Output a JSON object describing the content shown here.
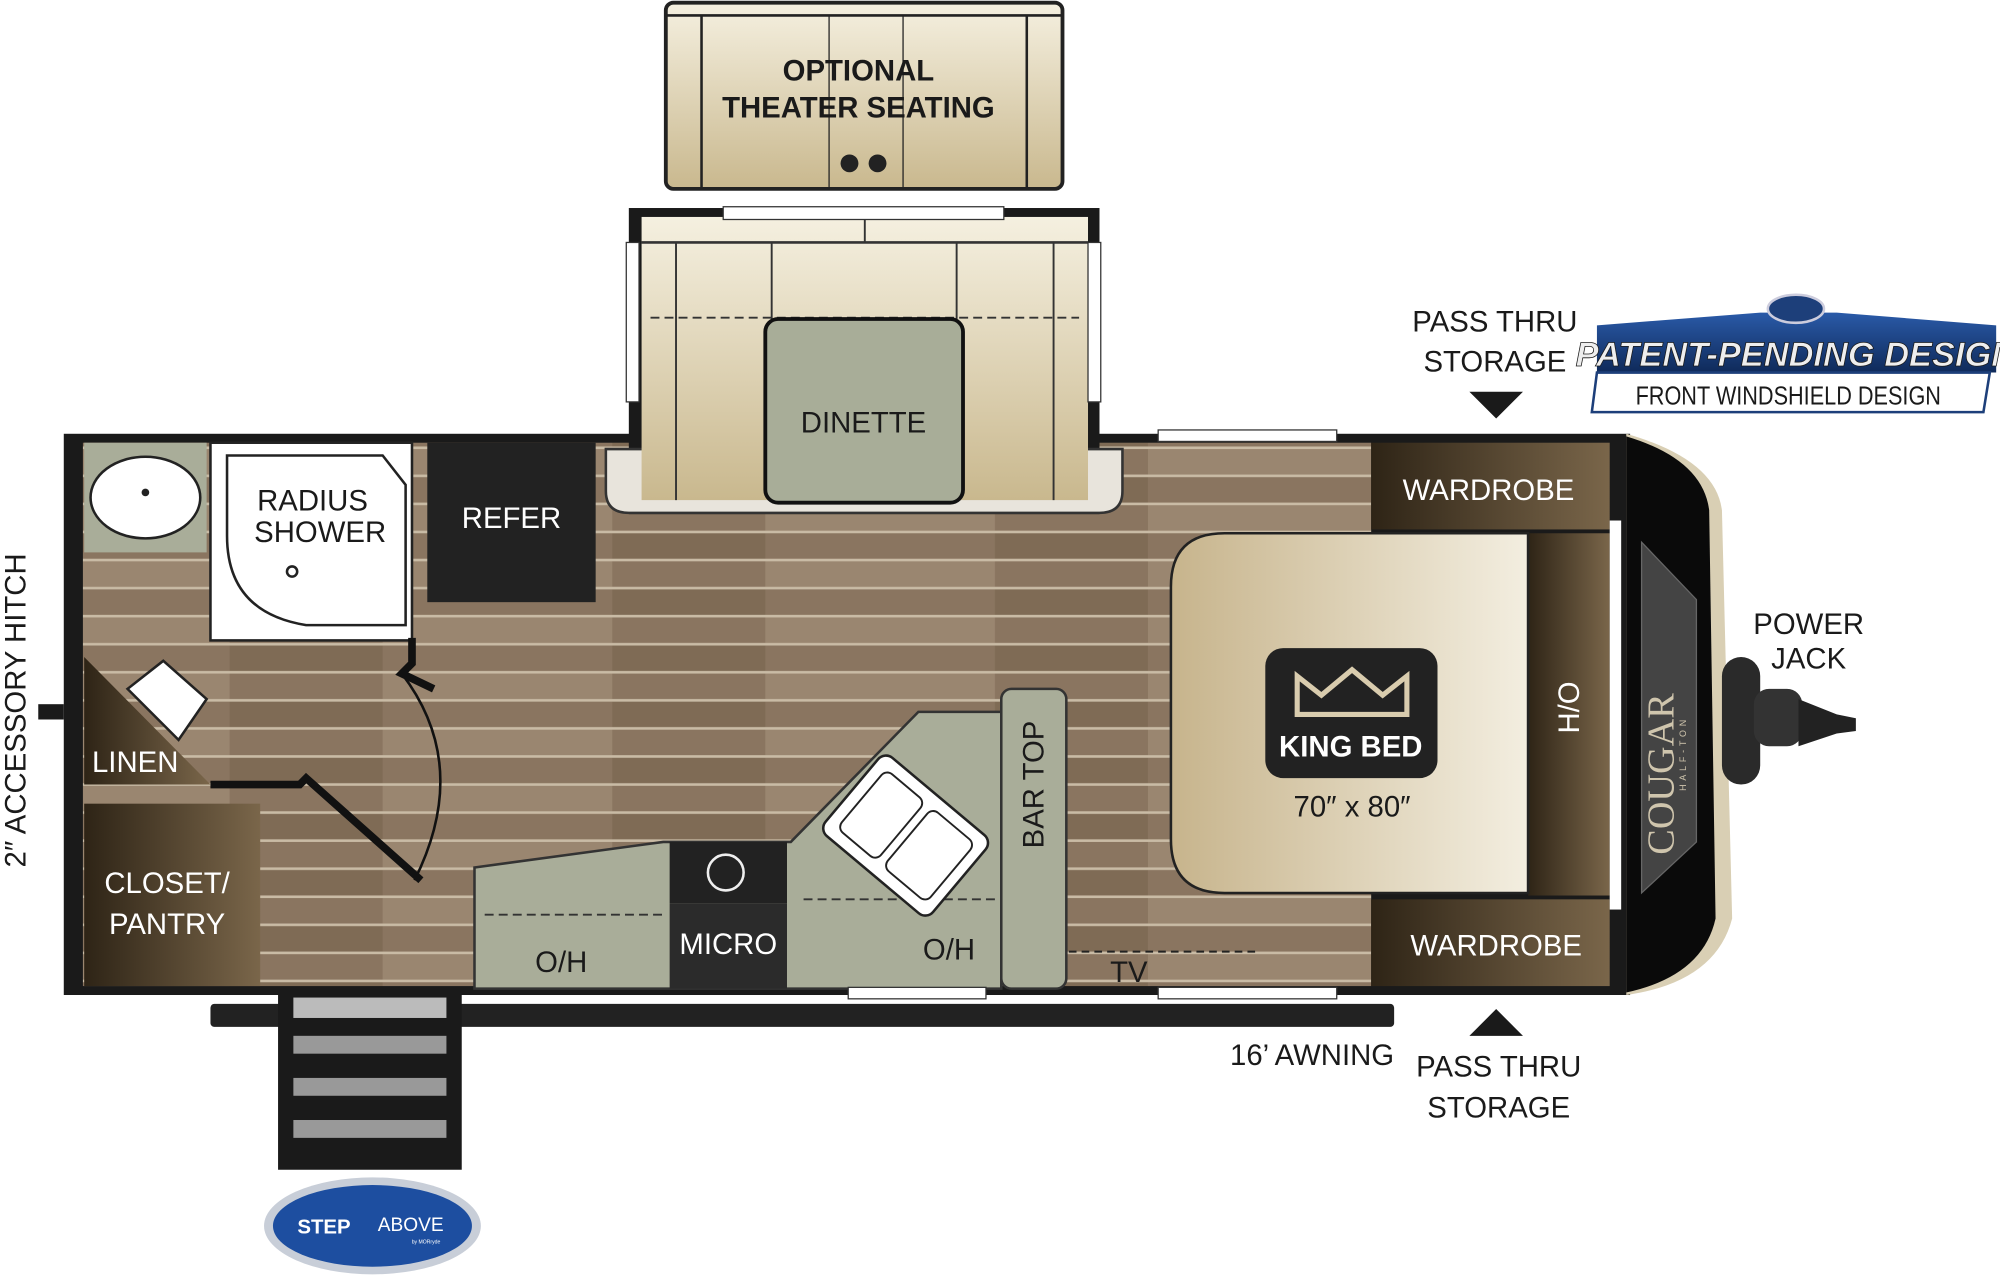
{
  "labels": {
    "theater_line1": "OPTIONAL",
    "theater_line2": "THEATER SEATING",
    "dinette": "DINETTE",
    "radius_shower_line1": "RADIUS",
    "radius_shower_line2": "SHOWER",
    "refer": "REFER",
    "linen": "LINEN",
    "closet_line1": "CLOSET/",
    "closet_line2": "PANTRY",
    "oh_left": "O/H",
    "micro": "MICRO",
    "oh_right": "O/H",
    "bar_top": "BAR TOP",
    "tv": "TV",
    "king_bed": "KING BED",
    "bed_size": "70″ x 80″",
    "ho": "H/O",
    "wardrobe_top": "WARDROBE",
    "wardrobe_bottom": "WARDROBE",
    "pass_thru_top_line1": "PASS THRU",
    "pass_thru_top_line2": "STORAGE",
    "pass_thru_bottom_line1": "PASS THRU",
    "pass_thru_bottom_line2": "STORAGE",
    "power_jack_line1": "POWER",
    "power_jack_line2": "JACK",
    "awning": "16’ AWNING",
    "hitch": "2″ ACCESSORY HITCH"
  },
  "badges": {
    "patent_title": "PATENT-PENDING DESIGN",
    "patent_subtitle": "FRONT WINDSHIELD DESIGN",
    "step_above_left": "STEP",
    "step_above_right": "ABOVE",
    "step_above_by": "by MORryde",
    "cap_brand": "COUGAR",
    "cap_sub": "HALF-TON"
  },
  "colors": {
    "wood": "#8a7560",
    "wall": "#1a1a1a",
    "counter": "#a9ad99",
    "cabinet": "#4a3a26",
    "bed": "#d9ccae",
    "seat": "#d9cfae",
    "badge_blue": "#1d3f7a"
  }
}
